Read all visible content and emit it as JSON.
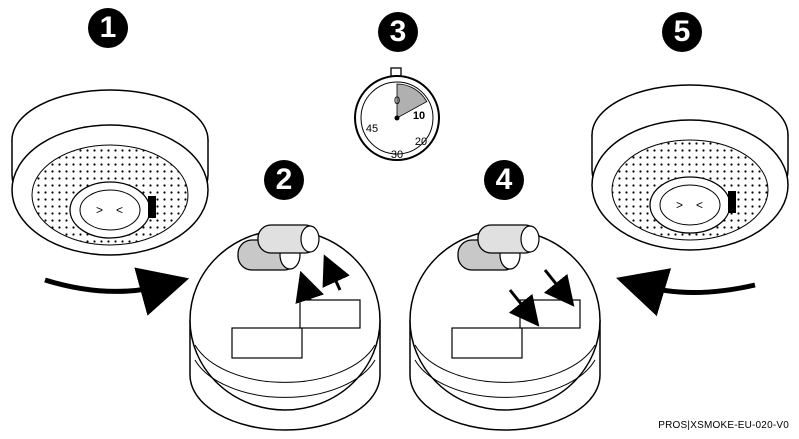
{
  "steps": [
    "1",
    "2",
    "3",
    "4",
    "5"
  ],
  "timer": {
    "labels": {
      "top": "0",
      "right": "10",
      "right_bottom": "20",
      "bottom": "30",
      "left": "45"
    },
    "elapsed_fraction": 0.17
  },
  "reference_code": "PROS|XSMOKE-EU-020-V0",
  "colors": {
    "line": "#000000",
    "fill": "#ffffff",
    "shade": "#b0b0b0"
  }
}
